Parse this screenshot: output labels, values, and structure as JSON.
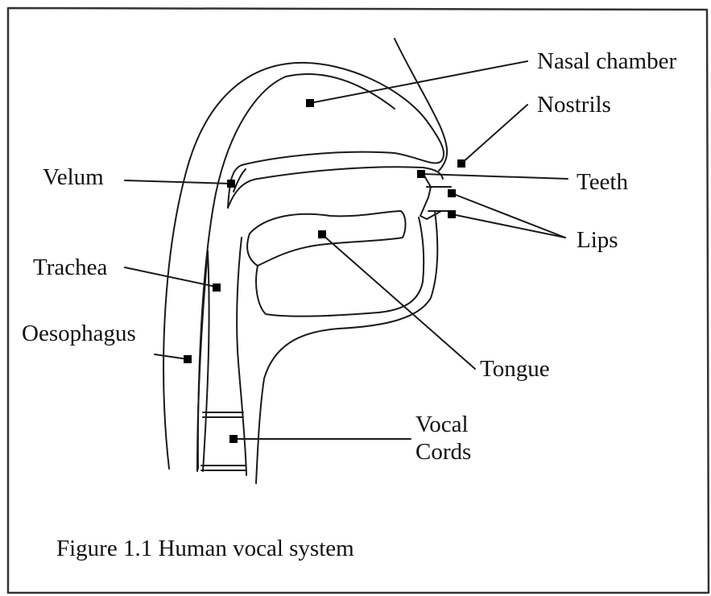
{
  "figure": {
    "caption": "Figure 1.1 Human vocal system",
    "labels": {
      "nasal_chamber": "Nasal chamber",
      "nostrils": "Nostrils",
      "velum": "Velum",
      "teeth": "Teeth",
      "lips": "Lips",
      "trachea": "Trachea",
      "oesophagus": "Oesophagus",
      "tongue": "Tongue",
      "vocal_cords_line1": "Vocal",
      "vocal_cords_line2": "Cords"
    }
  }
}
